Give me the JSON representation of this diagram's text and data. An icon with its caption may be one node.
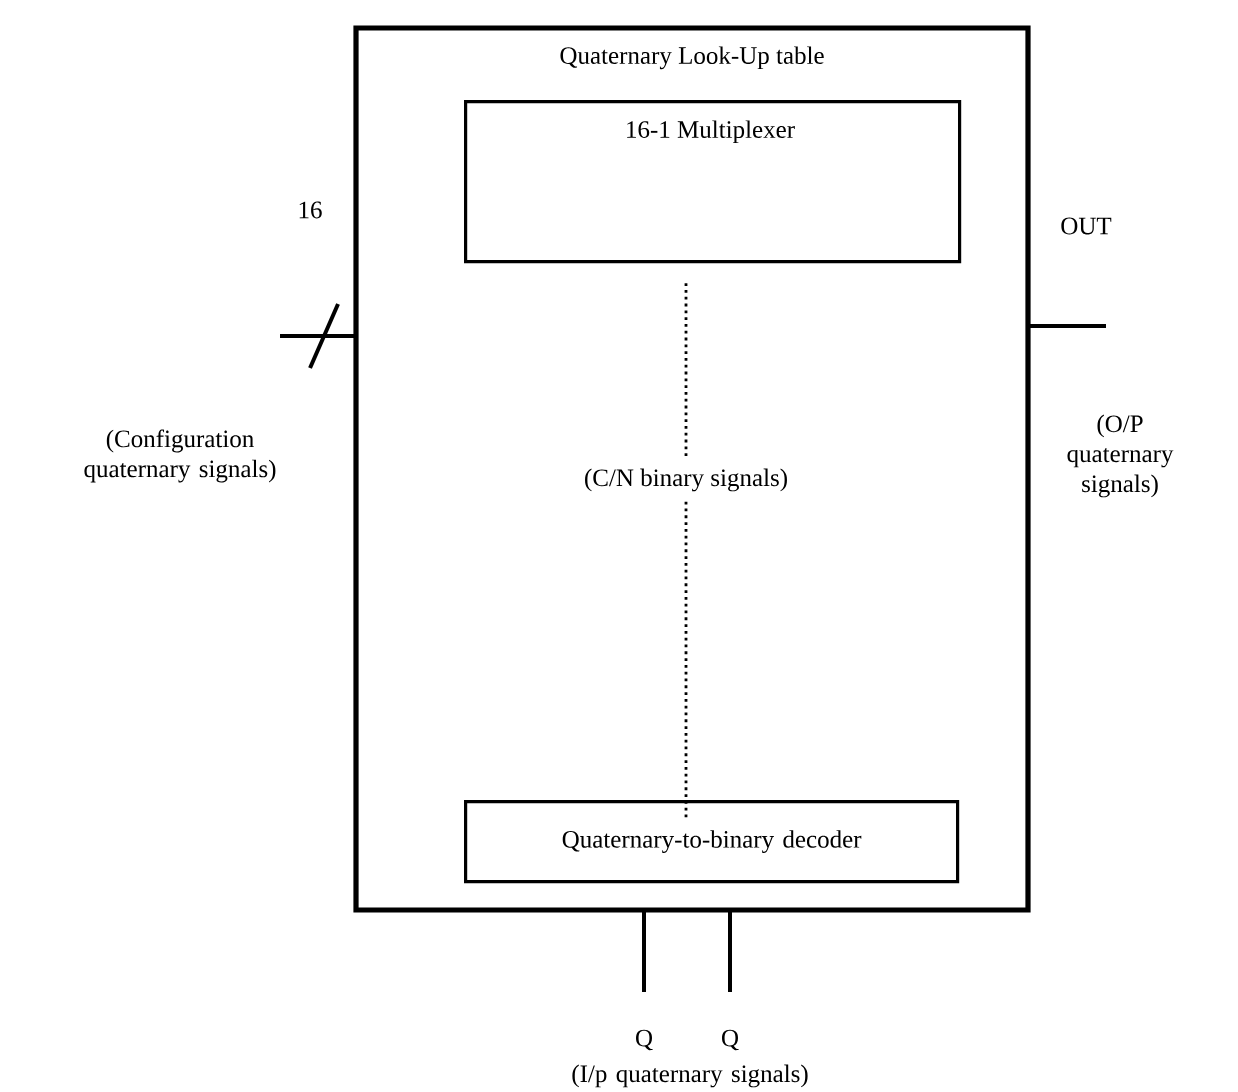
{
  "diagram": {
    "nodes": [
      {
        "text": [
          "Quaternary Look-Up table"
        ]
      },
      {
        "text": [
          "16-1 Multiplexer"
        ],
        "in": 0
      },
      {
        "text": [
          "(C/N binary signals)"
        ],
        "in": 0
      },
      {
        "text": [
          "Quaternary-to-binary decoder"
        ],
        "in": 0
      }
    ],
    "edges": [
      {
        "from": null,
        "to": 0,
        "arrow": "none",
        "label": "16"
      },
      {
        "from": 0,
        "to": null,
        "arrow": "none",
        "label": "OUT"
      },
      {
        "from": 1,
        "to": 2,
        "arrow": "none",
        "style": "dashed"
      },
      {
        "from": 2,
        "to": 3,
        "arrow": "none",
        "style": "dashed"
      },
      {
        "from": null,
        "to": 0,
        "arrow": "none",
        "label": "Q"
      },
      {
        "from": null,
        "to": 0,
        "arrow": "none",
        "label": "Q"
      }
    ],
    "labels": [
      "(Configuration quaternary signals)",
      "(O/P quaternary signals)",
      "(I/p quaternary signals)"
    ]
  }
}
